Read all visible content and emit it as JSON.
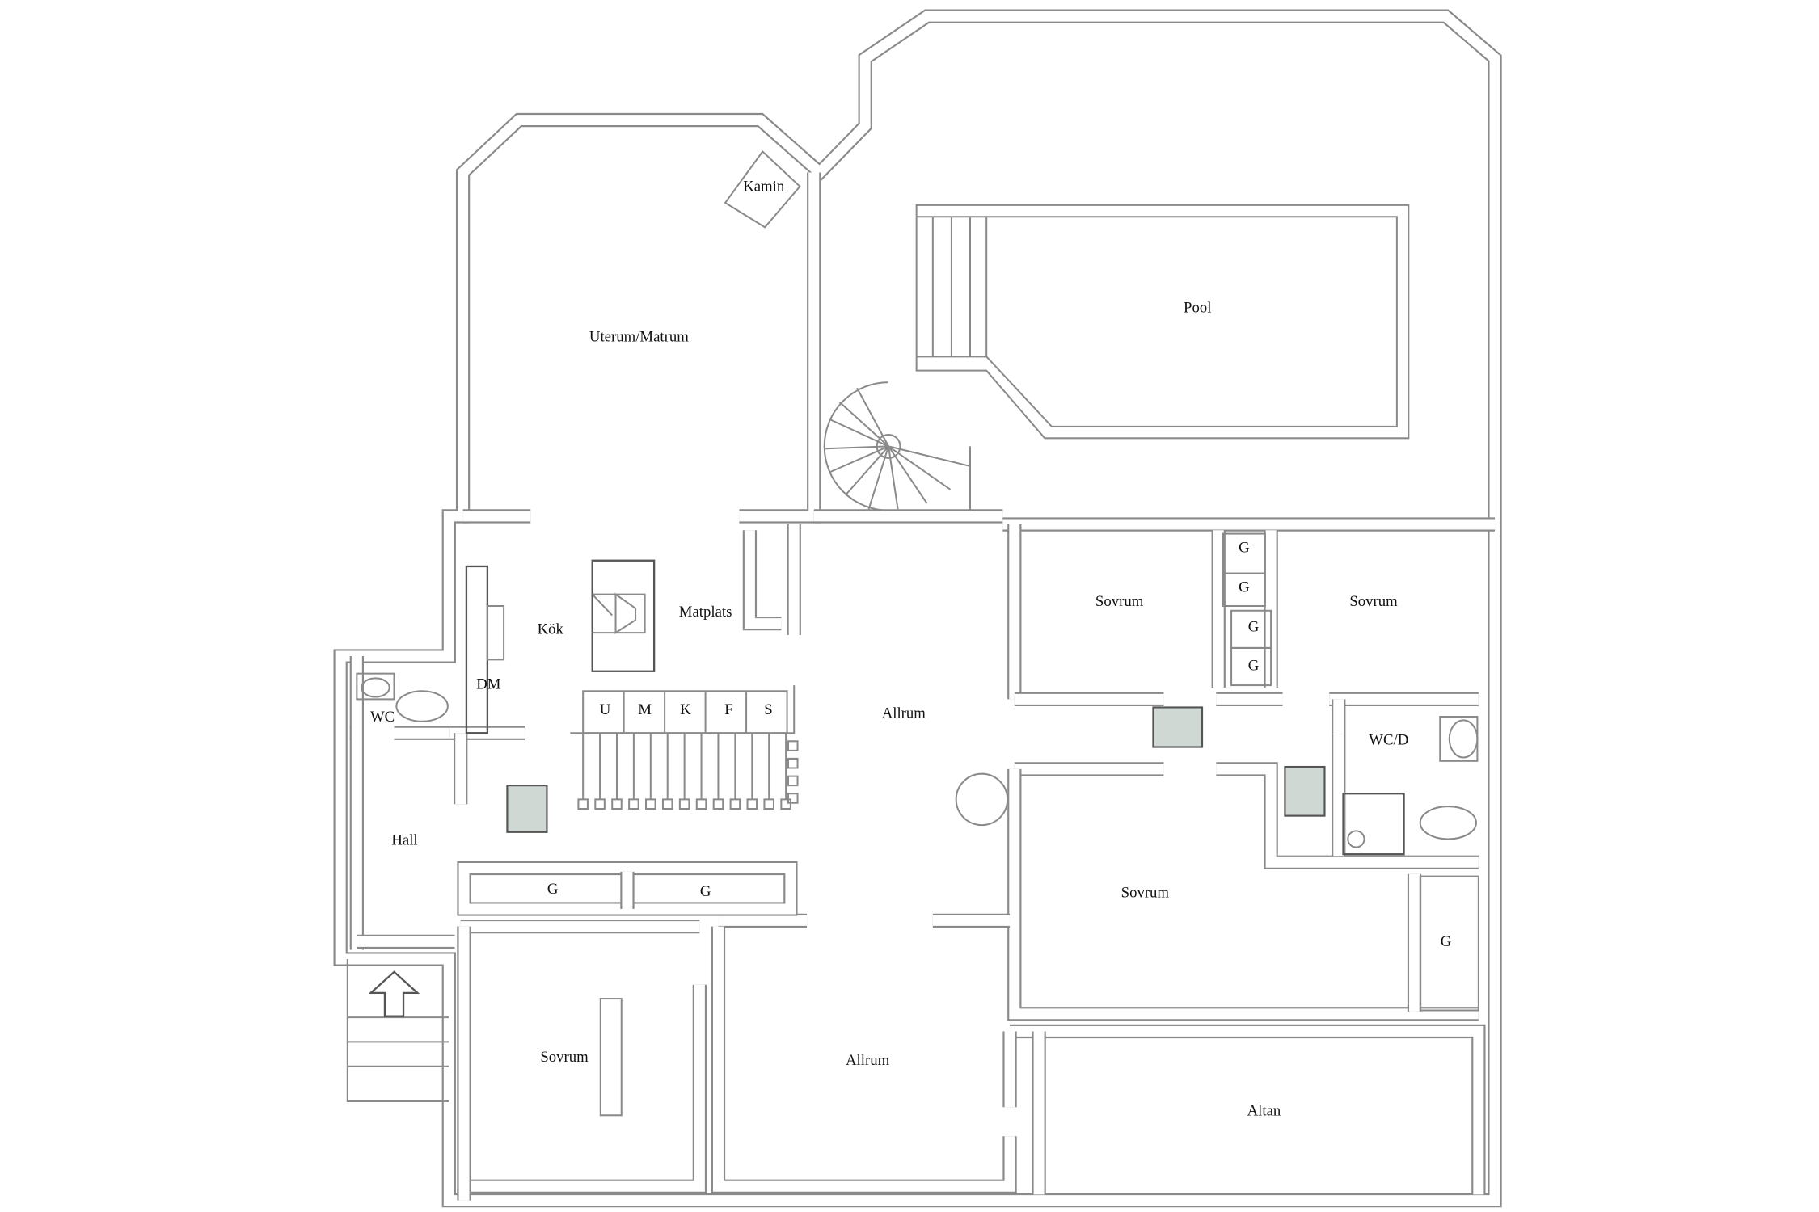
{
  "plan": {
    "rooms": [
      {
        "text": "Kamin"
      },
      {
        "text": "Uterum/Matrum"
      },
      {
        "text": "Pool"
      },
      {
        "text": "Matplats"
      },
      {
        "text": "Kök"
      },
      {
        "text": "DM"
      },
      {
        "text": "WC"
      },
      {
        "text": "U"
      },
      {
        "text": "M"
      },
      {
        "text": "K"
      },
      {
        "text": "F"
      },
      {
        "text": "S"
      },
      {
        "text": "Allrum"
      },
      {
        "text": "Sovrum"
      },
      {
        "text": "Sovrum"
      },
      {
        "text": "G"
      },
      {
        "text": "G"
      },
      {
        "text": "G"
      },
      {
        "text": "G"
      },
      {
        "text": "WC/D"
      },
      {
        "text": "Hall"
      },
      {
        "text": "G"
      },
      {
        "text": "G"
      },
      {
        "text": "Sovrum"
      },
      {
        "text": "G"
      },
      {
        "text": "Sovrum"
      },
      {
        "text": "Allrum"
      },
      {
        "text": "Altan"
      }
    ],
    "colors": {
      "wall": "#8a8a8a",
      "vent": "#cfd8d3"
    }
  }
}
